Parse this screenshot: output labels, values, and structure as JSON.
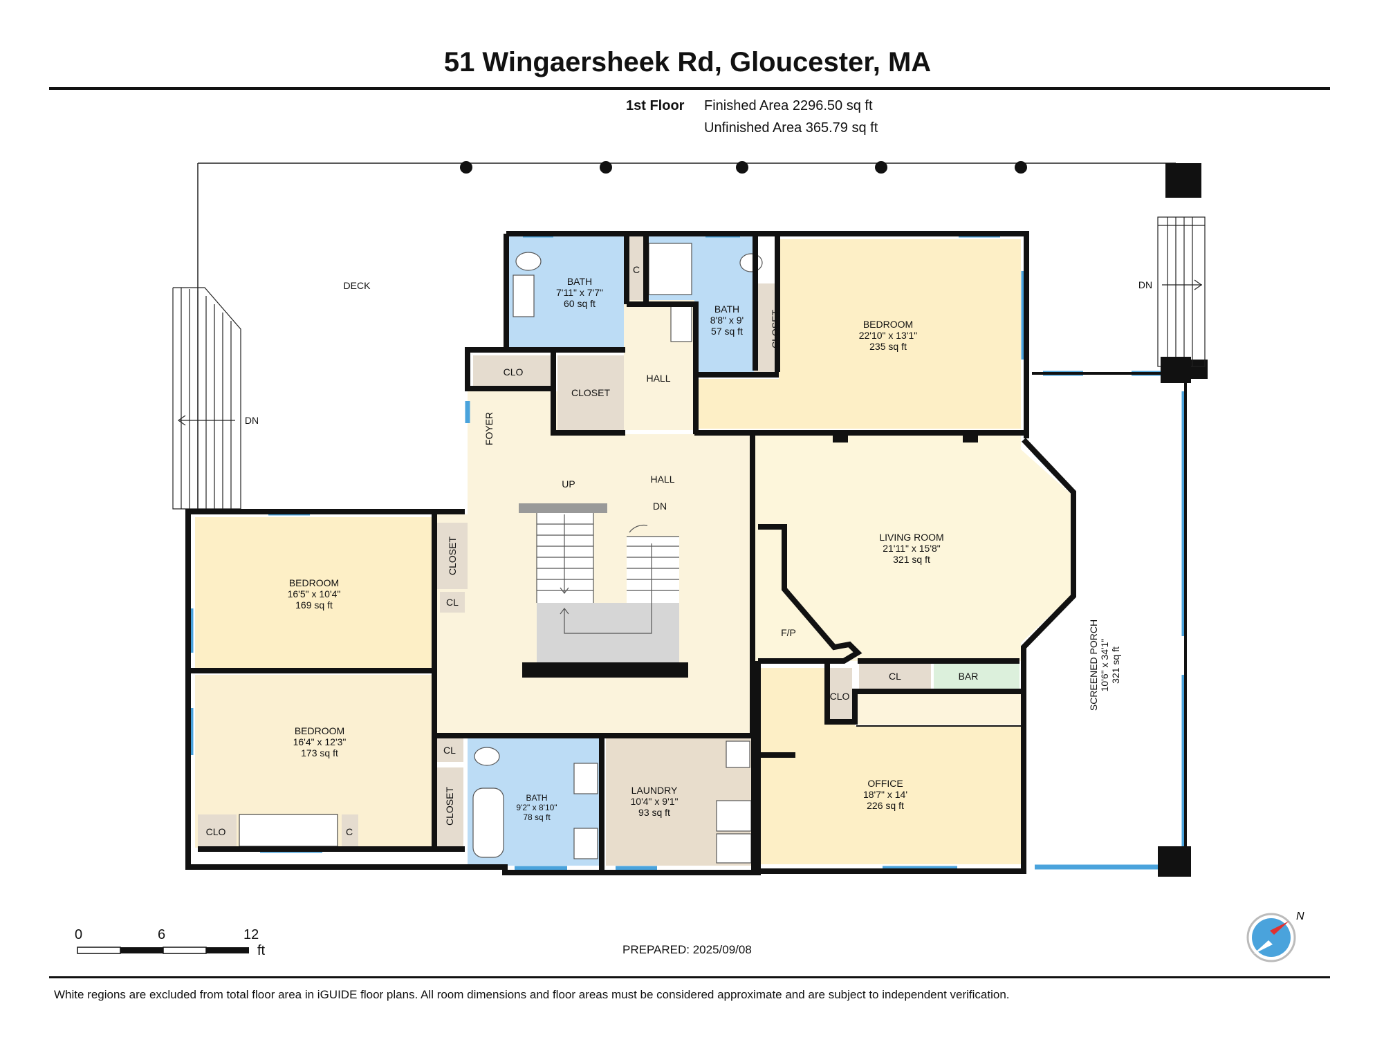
{
  "header": {
    "address": "51 Wingaersheek Rd, Gloucester, MA",
    "floor": "1st Floor",
    "finished_area": "Finished Area 2296.50 sq ft",
    "unfinished_area": "Unfinished Area 365.79 sq ft"
  },
  "rooms": {
    "deck": {
      "name": "DECK"
    },
    "bath1": {
      "name": "BATH",
      "dims": "7'11\" x 7'7\"",
      "area": "60 sq ft"
    },
    "bath2": {
      "name": "BATH",
      "dims": "8'8\" x 9'",
      "area": "57 sq ft"
    },
    "bedroom_ne": {
      "name": "BEDROOM",
      "dims": "22'10\" x 13'1\"",
      "area": "235 sq ft"
    },
    "living": {
      "name": "LIVING ROOM",
      "dims": "21'11\" x 15'8\"",
      "area": "321 sq ft"
    },
    "bedroom_w1": {
      "name": "BEDROOM",
      "dims": "16'5\" x 10'4\"",
      "area": "169 sq ft"
    },
    "bedroom_w2": {
      "name": "BEDROOM",
      "dims": "16'4\" x 12'3\"",
      "area": "173 sq ft"
    },
    "bath3": {
      "name": "BATH",
      "dims": "9'2\" x 8'10\"",
      "area": "78 sq ft"
    },
    "laundry": {
      "name": "LAUNDRY",
      "dims": "10'4\" x 9'1\"",
      "area": "93 sq ft"
    },
    "office": {
      "name": "OFFICE",
      "dims": "18'7\" x 14'",
      "area": "226 sq ft"
    },
    "porch": {
      "name": "SCREENED PORCH",
      "dims": "10'6\" x 34'1\"",
      "area": "321 sq ft"
    }
  },
  "labels": {
    "dn": "DN",
    "up": "UP",
    "hall": "HALL",
    "foyer": "FOYER",
    "clo": "CLO",
    "closet": "CLOSET",
    "cl": "CL",
    "c": "C",
    "bar": "BAR",
    "fp": "F/P"
  },
  "compass": {
    "north": "N"
  },
  "scale": {
    "ticks": [
      "0",
      "6",
      "12"
    ],
    "unit": "ft"
  },
  "footer": {
    "prepared": "PREPARED: 2025/09/08",
    "note": "White regions are excluded from total floor area in iGUIDE floor plans. All room dimensions and floor areas must be considered approximate and are subject to independent verification."
  }
}
